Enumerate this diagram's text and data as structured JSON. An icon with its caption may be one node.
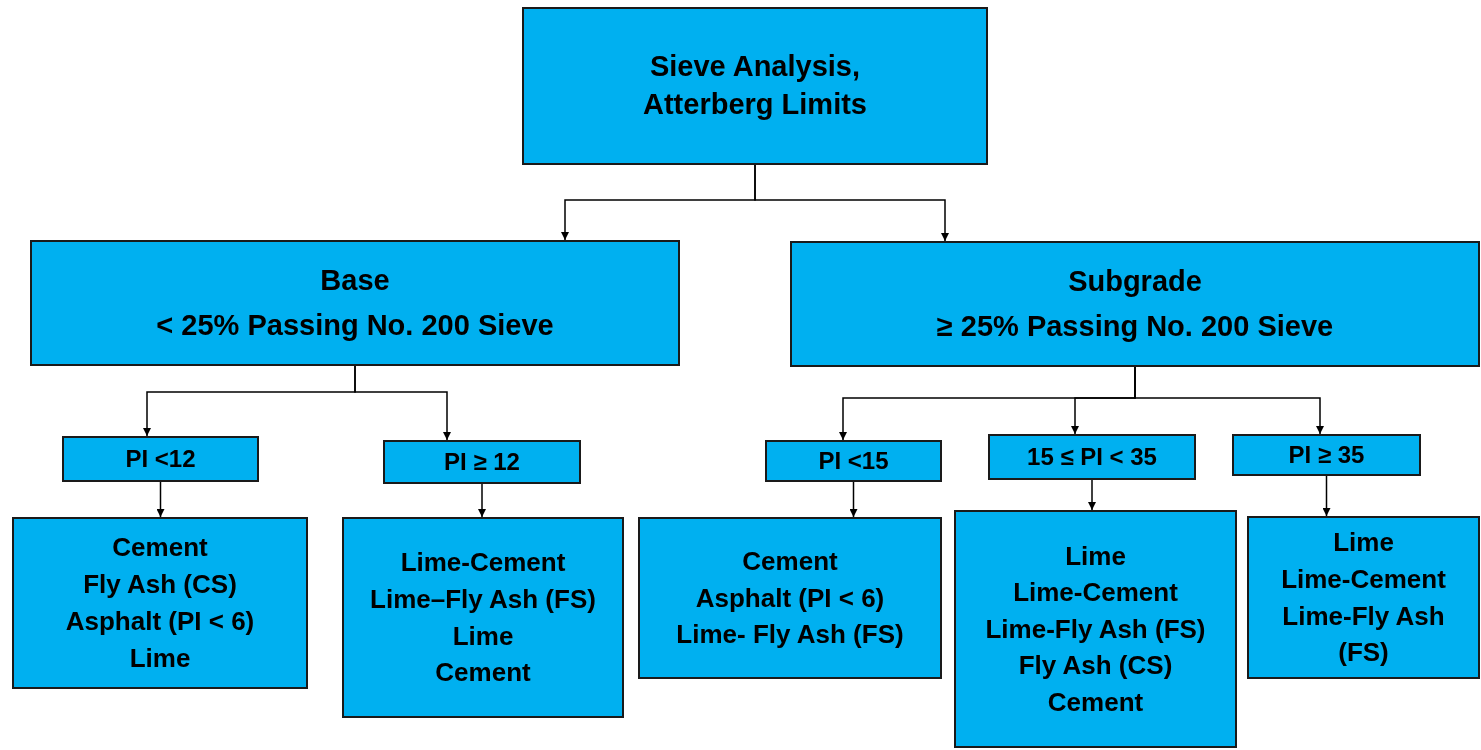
{
  "diagram": {
    "nodes": [
      {
        "text": [
          "Sieve Analysis, Atterberg Limits"
        ]
      },
      {
        "text": [
          "Base",
          "< 25% Passing No. 200 Sieve"
        ]
      },
      {
        "text": [
          "Subgrade",
          "≥ 25% Passing No. 200 Sieve"
        ]
      },
      {
        "text": [
          "PI <12"
        ]
      },
      {
        "text": [
          "PI ≥ 12"
        ]
      },
      {
        "text": [
          "PI <15"
        ]
      },
      {
        "text": [
          "15 ≤ PI < 35"
        ]
      },
      {
        "text": [
          "PI ≥ 35"
        ]
      },
      {
        "text": [
          "Cement",
          "Fly Ash (CS)",
          "Asphalt (PI < 6)",
          "Lime"
        ]
      },
      {
        "text": [
          "Lime-Cement",
          "Lime–Fly Ash (FS)",
          "Lime",
          "Cement"
        ]
      },
      {
        "text": [
          "Cement",
          "Asphalt (PI < 6)",
          "Lime- Fly Ash (FS)"
        ]
      },
      {
        "text": [
          "Lime",
          "Lime-Cement",
          "Lime-Fly Ash (FS)",
          "Fly Ash (CS)",
          "Cement"
        ]
      },
      {
        "text": [
          "Lime",
          "Lime-Cement",
          "Lime-Fly Ash (FS)"
        ]
      }
    ],
    "edges": [
      {
        "from": 0,
        "to": 1,
        "arrow": "to"
      },
      {
        "from": 0,
        "to": 2,
        "arrow": "to"
      },
      {
        "from": 1,
        "to": 3,
        "arrow": "to"
      },
      {
        "from": 1,
        "to": 4,
        "arrow": "to"
      },
      {
        "from": 2,
        "to": 5,
        "arrow": "to"
      },
      {
        "from": 2,
        "to": 6,
        "arrow": "to"
      },
      {
        "from": 2,
        "to": 7,
        "arrow": "to"
      },
      {
        "from": 3,
        "to": 8,
        "arrow": "to"
      },
      {
        "from": 4,
        "to": 9,
        "arrow": "to"
      },
      {
        "from": 5,
        "to": 10,
        "arrow": "to"
      },
      {
        "from": 6,
        "to": 11,
        "arrow": "to"
      },
      {
        "from": 7,
        "to": 12,
        "arrow": "to"
      }
    ]
  }
}
